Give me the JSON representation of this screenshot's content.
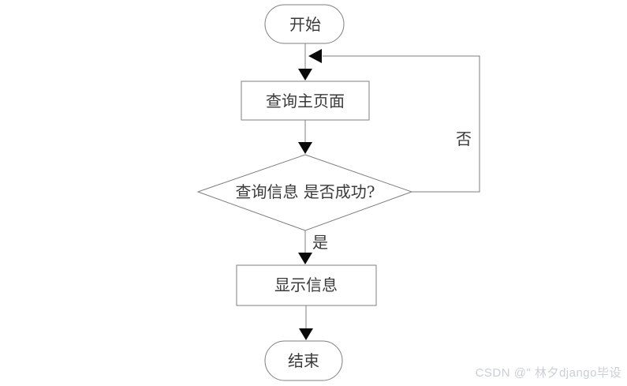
{
  "diagram": {
    "title": "query-flowchart",
    "nodes": {
      "start": {
        "type": "terminator",
        "label": "开始"
      },
      "query_page": {
        "type": "process",
        "label": "查询主页面"
      },
      "decision": {
        "type": "decision",
        "label": "查询信息 是否成功?"
      },
      "show_info": {
        "type": "process",
        "label": "显示信息"
      },
      "end": {
        "type": "terminator",
        "label": "结束"
      }
    },
    "edges": {
      "start_to_query": {
        "from": "start",
        "to": "query_page"
      },
      "query_to_decision": {
        "from": "query_page",
        "to": "decision"
      },
      "decision_yes": {
        "from": "decision",
        "to": "show_info",
        "label": "是"
      },
      "decision_no": {
        "from": "decision",
        "to": "start_to_query",
        "label": "否"
      },
      "show_to_end": {
        "from": "show_info",
        "to": "end"
      }
    },
    "colors": {
      "line": "#7f7f7f",
      "arrowhead": "#0a0a0a",
      "text": "#3a3a3a",
      "node_fill": "#ffffff",
      "background": "#ffffff",
      "watermark_text": "#ccced6"
    }
  },
  "watermark": {
    "text": "CSDN @\" 林夕django毕设"
  }
}
